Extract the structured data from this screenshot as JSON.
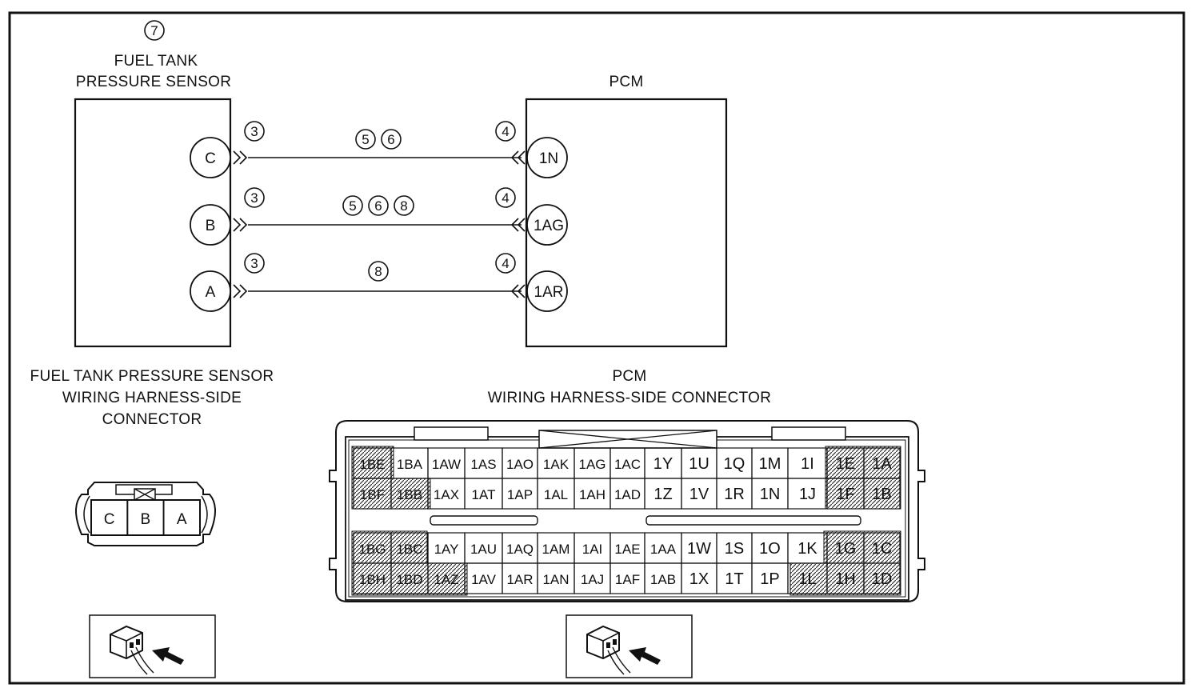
{
  "diagram": {
    "circled_number_top": "7",
    "sensor_title_line1": "FUEL TANK",
    "sensor_title_line2": "PRESSURE SENSOR",
    "pcm_title": "PCM",
    "sensor_connector_title": [
      "FUEL TANK PRESSURE SENSOR",
      "WIRING HARNESS-SIDE",
      "CONNECTOR"
    ],
    "pcm_connector_title": [
      "PCM",
      "WIRING HARNESS-SIDE CONNECTOR"
    ]
  },
  "wires": [
    {
      "sensor_pin": "C",
      "pcm_pin": "1N",
      "sensor_ref": "3",
      "pcm_ref": "4",
      "wire_refs": [
        "5",
        "6"
      ]
    },
    {
      "sensor_pin": "B",
      "pcm_pin": "1AG",
      "sensor_ref": "3",
      "pcm_ref": "4",
      "wire_refs": [
        "5",
        "6",
        "8"
      ]
    },
    {
      "sensor_pin": "A",
      "pcm_pin": "1AR",
      "sensor_ref": "3",
      "pcm_ref": "4",
      "wire_refs": [
        "8"
      ]
    }
  ],
  "sensor_connector": {
    "pins": [
      "C",
      "B",
      "A"
    ]
  },
  "pcm_connector": {
    "rows": [
      [
        "1BE",
        "1BA",
        "1AW",
        "1AS",
        "1AO",
        "1AK",
        "1AG",
        "1AC",
        "1Y",
        "1U",
        "1Q",
        "1M",
        "1I",
        "1E",
        "1A"
      ],
      [
        "1BF",
        "1BB",
        "1AX",
        "1AT",
        "1AP",
        "1AL",
        "1AH",
        "1AD",
        "1Z",
        "1V",
        "1R",
        "1N",
        "1J",
        "1F",
        "1B"
      ],
      [
        "1BG",
        "1BC",
        "1AY",
        "1AU",
        "1AQ",
        "1AM",
        "1AI",
        "1AE",
        "1AA",
        "1W",
        "1S",
        "1O",
        "1K",
        "1G",
        "1C"
      ],
      [
        "1BH",
        "1BD",
        "1AZ",
        "1AV",
        "1AR",
        "1AN",
        "1AJ",
        "1AF",
        "1AB",
        "1X",
        "1T",
        "1P",
        "1L",
        "1H",
        "1D"
      ]
    ]
  },
  "icons": [
    "connector-probe-icon",
    "connector-probe-icon"
  ]
}
